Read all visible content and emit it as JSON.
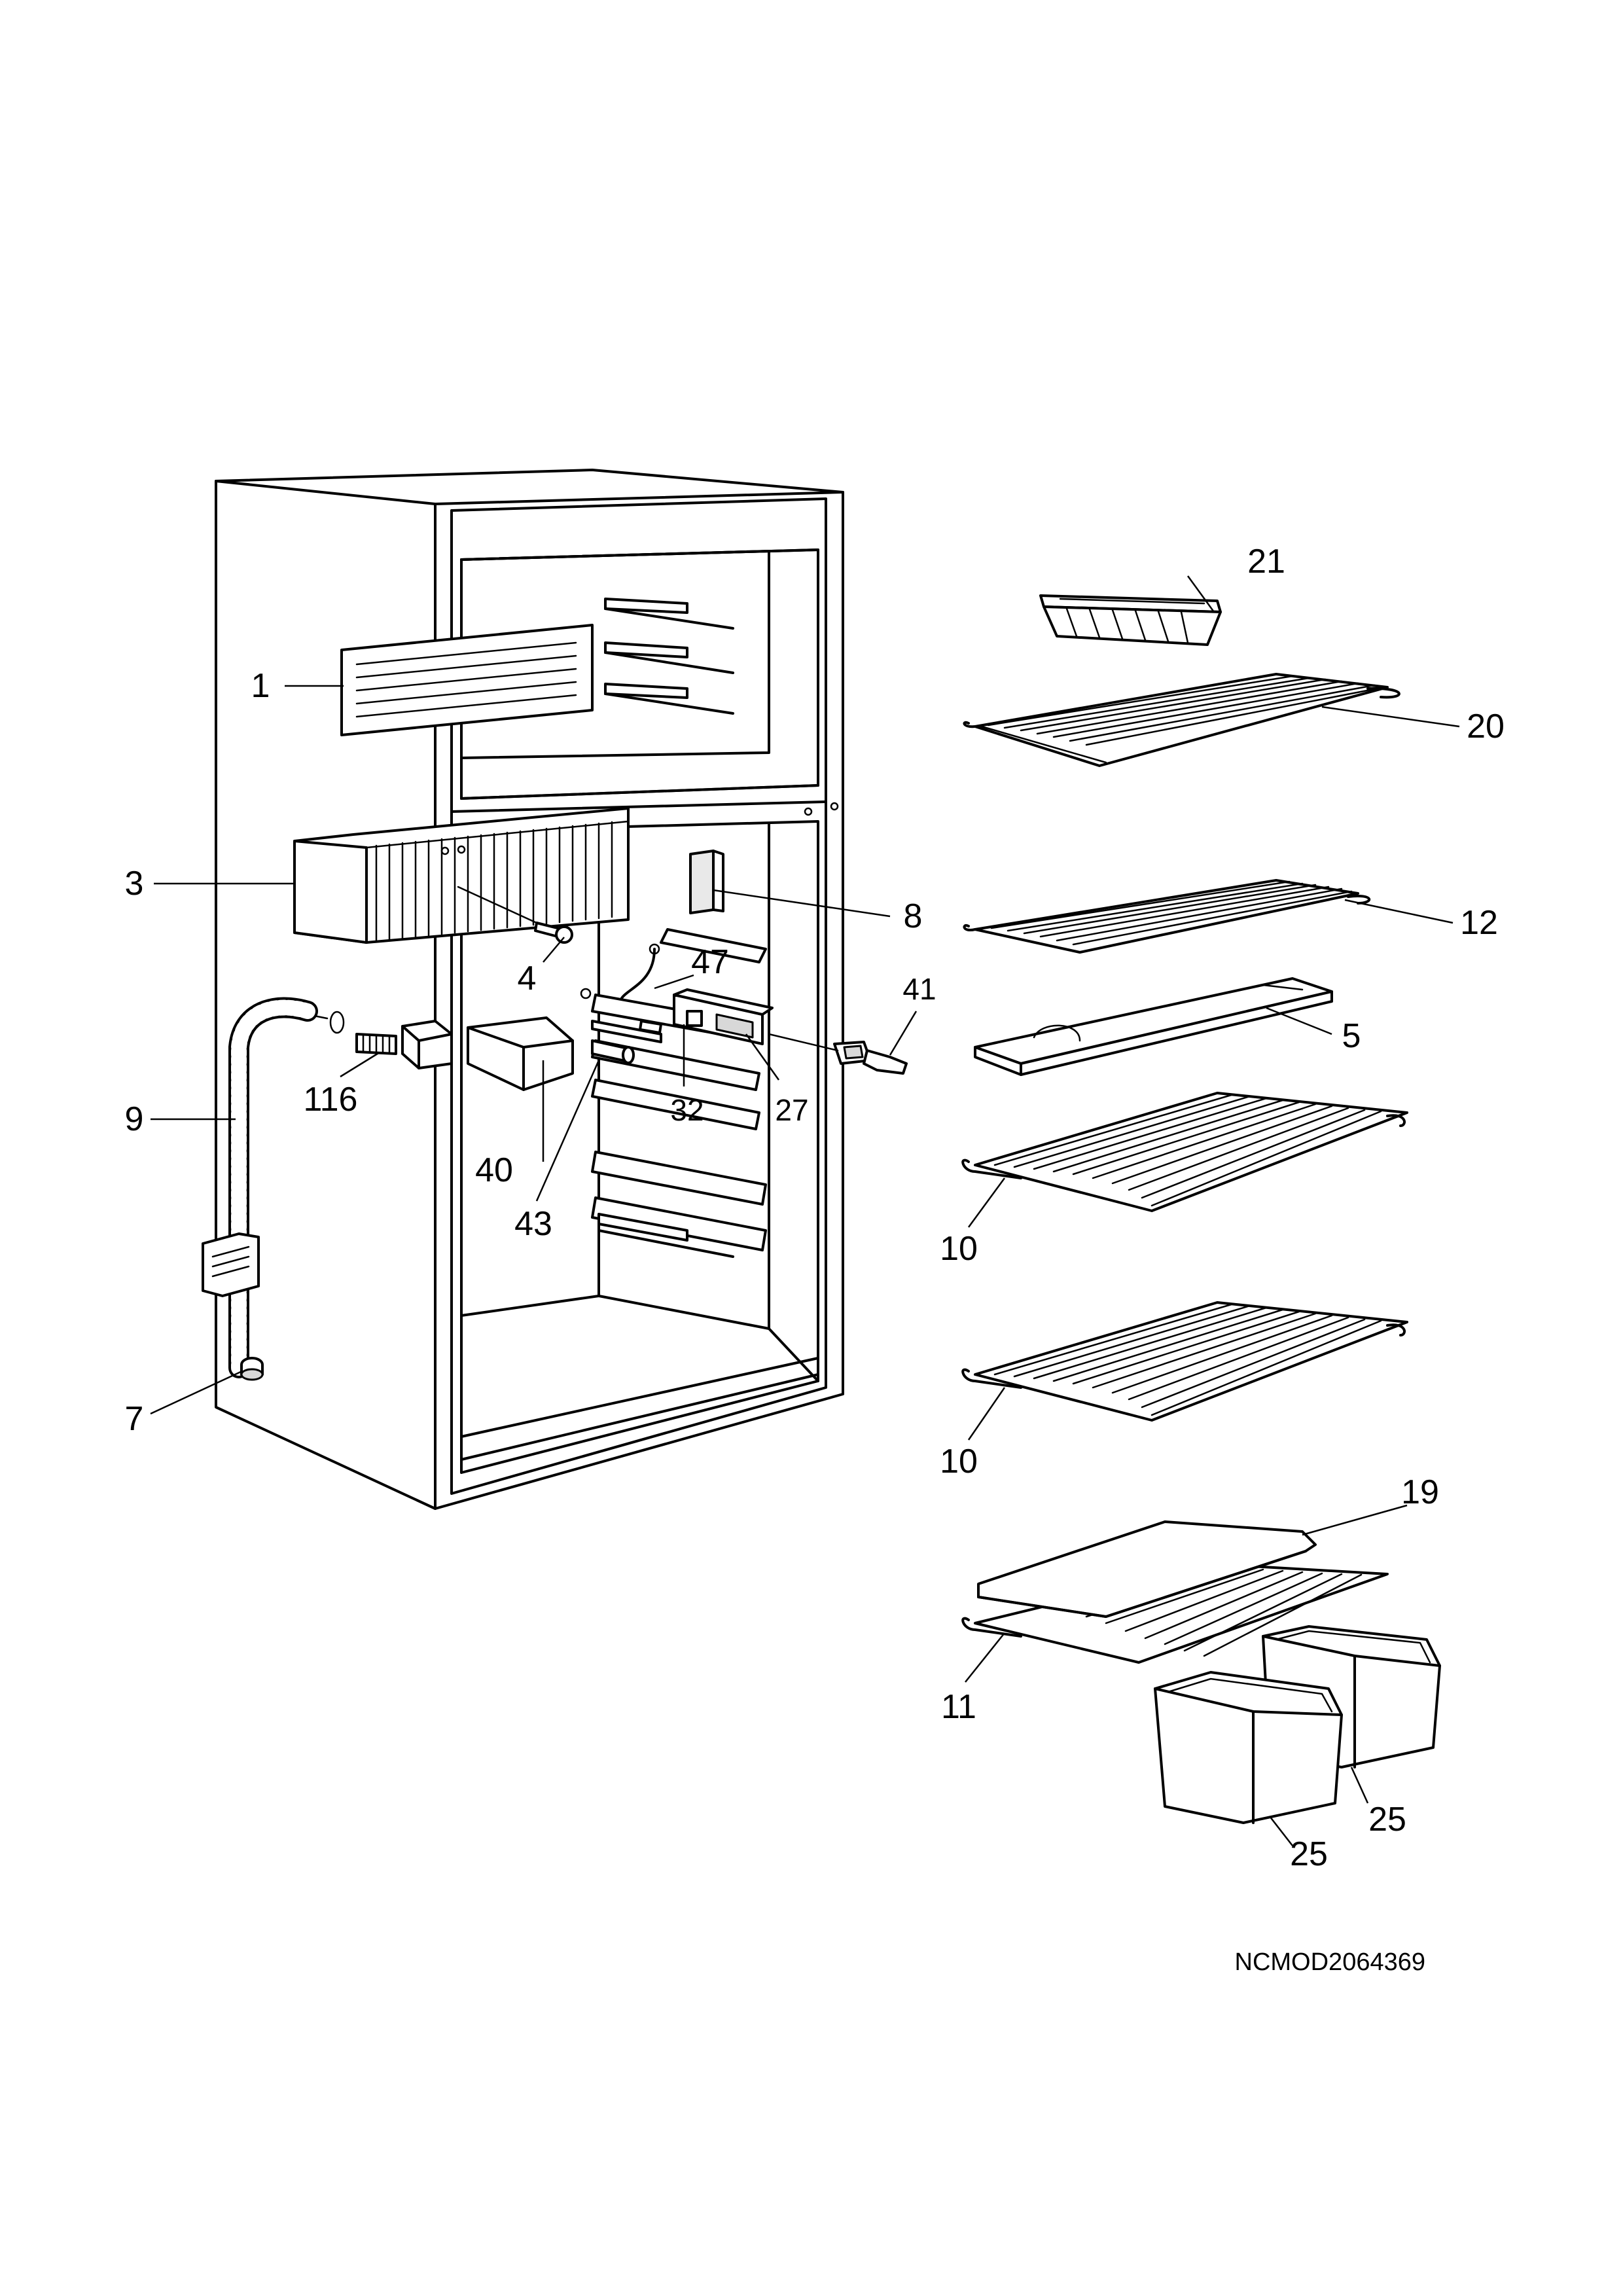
{
  "drawing": {
    "reference_code": "NCMOD2064369"
  },
  "callouts": [
    {
      "id": "1",
      "label": "1"
    },
    {
      "id": "3",
      "label": "3"
    },
    {
      "id": "4",
      "label": "4"
    },
    {
      "id": "5",
      "label": "5"
    },
    {
      "id": "7",
      "label": "7"
    },
    {
      "id": "8",
      "label": "8"
    },
    {
      "id": "9",
      "label": "9"
    },
    {
      "id": "10a",
      "label": "10"
    },
    {
      "id": "10b",
      "label": "10"
    },
    {
      "id": "11",
      "label": "11"
    },
    {
      "id": "12",
      "label": "12"
    },
    {
      "id": "19",
      "label": "19"
    },
    {
      "id": "20",
      "label": "20"
    },
    {
      "id": "21",
      "label": "21"
    },
    {
      "id": "25a",
      "label": "25"
    },
    {
      "id": "25b",
      "label": "25"
    },
    {
      "id": "27",
      "label": "27"
    },
    {
      "id": "32",
      "label": "32"
    },
    {
      "id": "40",
      "label": "40"
    },
    {
      "id": "41",
      "label": "41"
    },
    {
      "id": "43",
      "label": "43"
    },
    {
      "id": "47",
      "label": "47"
    },
    {
      "id": "116",
      "label": "116"
    }
  ]
}
